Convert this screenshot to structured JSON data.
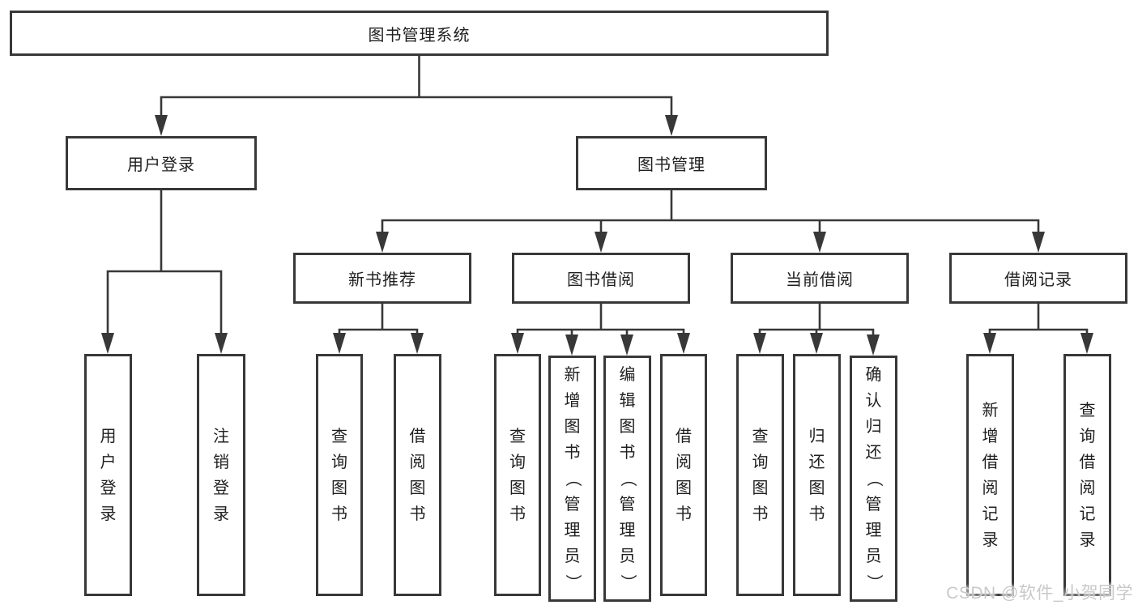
{
  "tree": {
    "label": "图书管理系统",
    "children": [
      {
        "label": "用户登录",
        "children": [
          {
            "label": "用户登录"
          },
          {
            "label": "注销登录"
          }
        ]
      },
      {
        "label": "图书管理",
        "children": [
          {
            "label": "新书推荐",
            "children": [
              {
                "label": "查询图书"
              },
              {
                "label": "借阅图书"
              }
            ]
          },
          {
            "label": "图书借阅",
            "children": [
              {
                "label": "查询图书"
              },
              {
                "label": "新增图书（管理员）"
              },
              {
                "label": "编辑图书（管理员）"
              },
              {
                "label": "借阅图书"
              }
            ]
          },
          {
            "label": "当前借阅",
            "children": [
              {
                "label": "查询图书"
              },
              {
                "label": "归还图书"
              },
              {
                "label": "确认归还（管理员）"
              }
            ]
          },
          {
            "label": "借阅记录",
            "children": [
              {
                "label": "新增借阅记录"
              },
              {
                "label": "查询借阅记录"
              }
            ]
          }
        ]
      }
    ]
  },
  "watermark": "CSDN @软件_小贺同学",
  "colors": {
    "line": "#383838",
    "border": "#383838",
    "text": "#1f1f1f",
    "watermark": "#c9c9c9",
    "background": "#ffffff"
  }
}
